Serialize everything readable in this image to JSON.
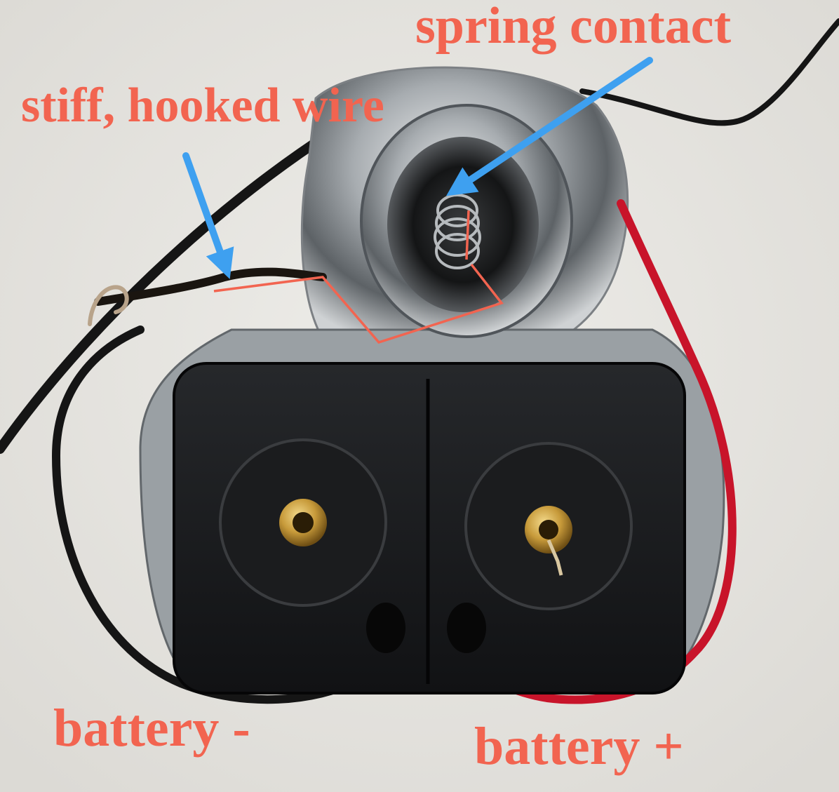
{
  "annotations": {
    "spring_contact": "spring contact",
    "stiff_hooked_wire": "stiff, hooked wire",
    "battery_negative": "battery -",
    "battery_positive": "battery +"
  },
  "colors": {
    "label_text": "#f26450",
    "arrow": "#3ea0f0",
    "trace_line": "#f26450",
    "background": "#e7e6e2",
    "connector_body": "#191a1c",
    "brass": "#c79a3a",
    "wire_red": "#c8142a",
    "wire_black": "#151515",
    "foil": "#a9aeb2"
  },
  "icons": {
    "arrow_to_spring": "arrow-icon",
    "arrow_to_wire": "arrow-icon"
  }
}
